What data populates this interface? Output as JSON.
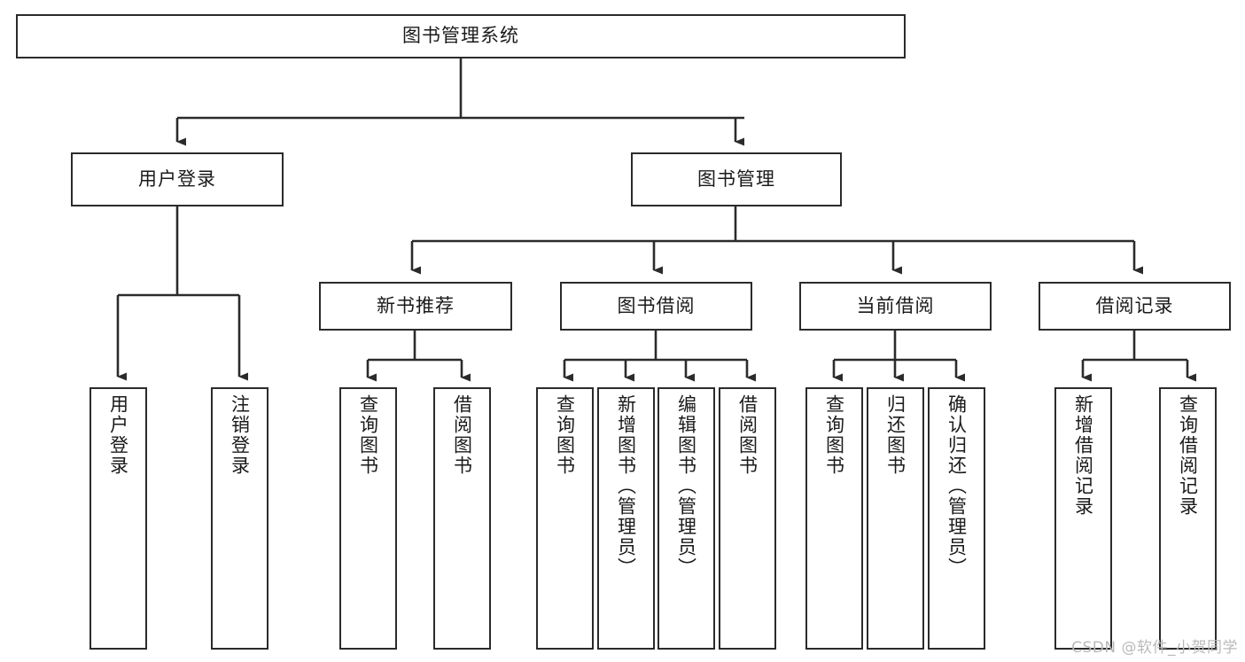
{
  "diagram": {
    "type": "tree-hierarchy",
    "title": "图书管理系统",
    "root": {
      "label": "图书管理系统"
    },
    "level2": [
      {
        "label": "用户登录"
      },
      {
        "label": "图书管理"
      }
    ],
    "level3": [
      {
        "label": "新书推荐"
      },
      {
        "label": "图书借阅"
      },
      {
        "label": "当前借阅"
      },
      {
        "label": "借阅记录"
      }
    ],
    "leaves": {
      "user_login": [
        {
          "label": "用户登录"
        },
        {
          "label": "注销登录"
        }
      ],
      "new_book_recommend": [
        {
          "label": "查询图书"
        },
        {
          "label": "借阅图书"
        }
      ],
      "book_borrow": [
        {
          "label": "查询图书"
        },
        {
          "label": "新增图书（管理员）"
        },
        {
          "label": "编辑图书（管理员）"
        },
        {
          "label": "借阅图书"
        }
      ],
      "current_borrow": [
        {
          "label": "查询图书"
        },
        {
          "label": "归还图书"
        },
        {
          "label": "确认归还（管理员）"
        }
      ],
      "borrow_record": [
        {
          "label": "新增借阅记录"
        },
        {
          "label": "查询借阅记录"
        }
      ]
    }
  },
  "watermark": {
    "text": "CSDN @软件_小贺同学"
  },
  "colors": {
    "background": "#ffffff",
    "border": "#2b2b2b",
    "text": "#1a1a1a",
    "connector": "#2b2b2b",
    "watermark": "#b9b9b9"
  }
}
